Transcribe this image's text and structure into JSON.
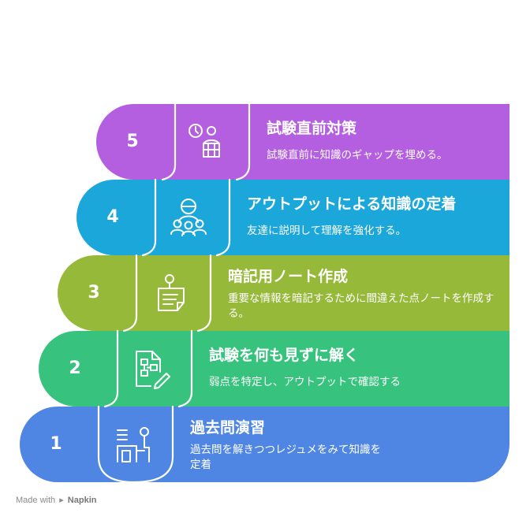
{
  "steps": [
    {
      "number": "5",
      "title": "試験直前対策",
      "description": "試験直前に知識のギャップを埋める。",
      "color": "#b45fe0",
      "icon": "clock-box-person-icon"
    },
    {
      "number": "4",
      "title": "アウトプットによる知識の定着",
      "description": "友達に説明して理解を強化する。",
      "color": "#1ca7da",
      "icon": "group-people-icon"
    },
    {
      "number": "3",
      "title": "暗記用ノート作成",
      "description": "重要な情報を暗記するために間違えた点ノートを作成する。",
      "color": "#97b93a",
      "icon": "pinned-note-icon"
    },
    {
      "number": "2",
      "title": "試験を何も見ずに解く",
      "description": "弱点を特定し、アウトプットで確認する",
      "color": "#37c37e",
      "icon": "flowchart-pencil-icon"
    },
    {
      "number": "1",
      "title": "過去問演習",
      "description": "過去問を解きつつレジュメをみて知識を定着",
      "color": "#4f86e3",
      "icon": "person-desk-icon"
    }
  ],
  "footer": {
    "prefix": "Made with",
    "brand": "Napkin"
  }
}
